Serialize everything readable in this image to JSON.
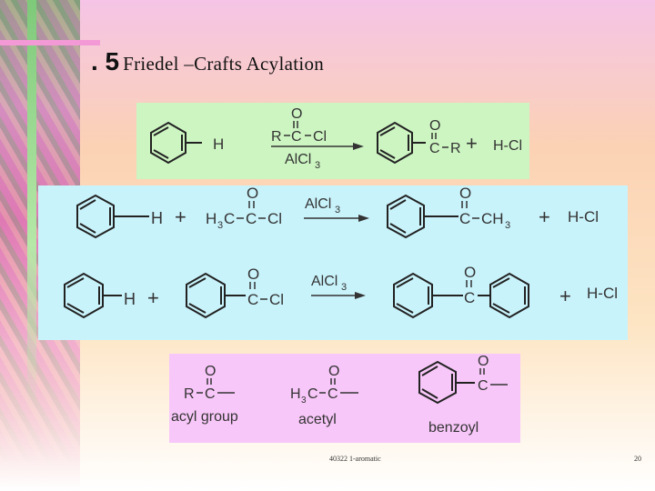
{
  "slide": {
    "title_number": ". 5",
    "title_text": "Friedel –Crafts  Acylation",
    "footer_source": "40322 1-aromatic",
    "page_number": "20"
  },
  "colors": {
    "panel_general": "#cdf5c2",
    "panel_examples": "#c9f3fb",
    "panel_groups": "#f8c7f9"
  },
  "general_reaction": {
    "reactant_h": "H",
    "acyl_o": "O",
    "acyl_r": "R",
    "acyl_c": "C",
    "acyl_cl": "Cl",
    "catalyst_al": "AlCl",
    "catalyst_sub": "3",
    "product_o": "O",
    "product_c": "C",
    "product_r": "R",
    "plus": "+",
    "byproduct": "H-Cl"
  },
  "example_acetyl": {
    "reactant_h": "H",
    "plus1": "+",
    "acyl_o": "O",
    "acyl_h": "H",
    "acyl_sub3": "3",
    "acyl_c1": "C",
    "acyl_c2": "C",
    "acyl_cl": "Cl",
    "catalyst_al": "AlCl",
    "catalyst_sub": "3",
    "product_o": "O",
    "product_c": "C",
    "product_ch": "CH",
    "product_sub": "3",
    "plus2": "+",
    "byproduct": "H-Cl"
  },
  "example_benzoyl": {
    "reactant_h": "H",
    "plus1": "+",
    "acyl_o": "O",
    "acyl_c": "C",
    "acyl_cl": "Cl",
    "catalyst_al": "AlCl",
    "catalyst_sub": "3",
    "product_o": "O",
    "product_c": "C",
    "plus2": "+",
    "byproduct": "H-Cl"
  },
  "groups": {
    "acyl_o": "O",
    "acyl_r": "R",
    "acyl_c": "C",
    "acyl_label": "acyl group",
    "acetyl_o": "O",
    "acetyl_h": "H",
    "acetyl_sub": "3",
    "acetyl_c1": "C",
    "acetyl_c2": "C",
    "acetyl_label": "acetyl",
    "benzoyl_o": "O",
    "benzoyl_c": "C",
    "benzoyl_label": "benzoyl"
  }
}
